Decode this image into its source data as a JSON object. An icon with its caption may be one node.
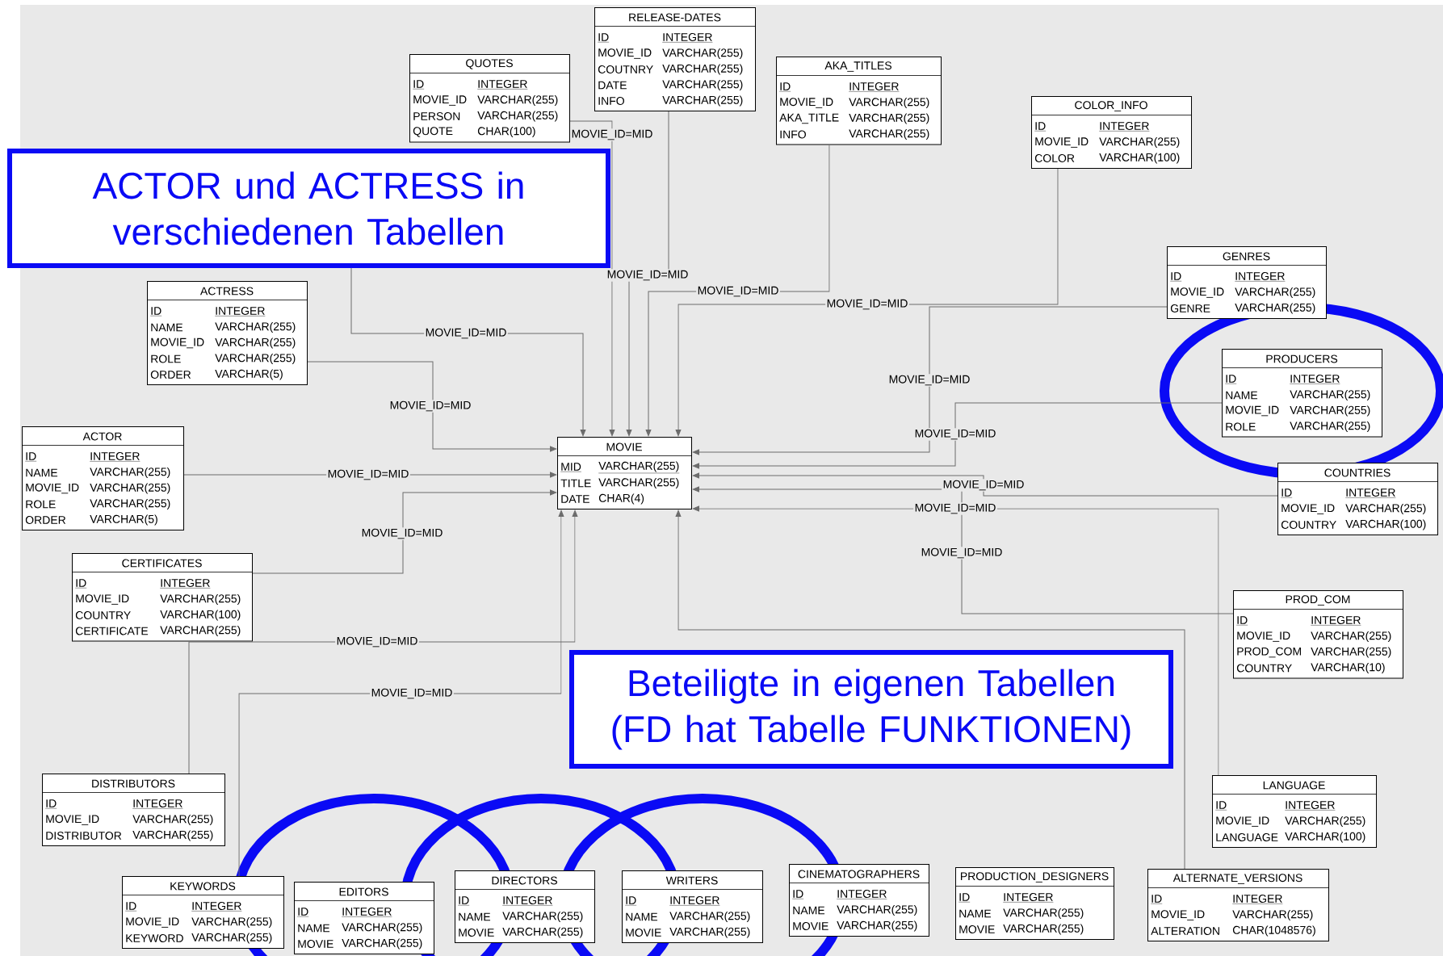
{
  "diagram": {
    "nodes": [
      {
        "text": [
          "RELEASE-DATES",
          "ID",
          "INTEGER",
          "MOVIE_ID",
          "VARCHAR(255)",
          "COUTNRY",
          "VARCHAR(255)",
          "DATE",
          "VARCHAR(255)",
          "INFO",
          "VARCHAR(255)"
        ]
      },
      {
        "text": [
          "QUOTES",
          "ID",
          "INTEGER",
          "MOVIE_ID",
          "VARCHAR(255)",
          "PERSON",
          "VARCHAR(255)",
          "QUOTE",
          "CHAR(100)"
        ]
      },
      {
        "text": [
          "AKA_TITLES",
          "ID",
          "INTEGER",
          "MOVIE_ID",
          "VARCHAR(255)",
          "AKA_TITLE",
          "VARCHAR(255)",
          "INFO",
          "VARCHAR(255)"
        ]
      },
      {
        "text": [
          "COLOR_INFO",
          "ID",
          "INTEGER",
          "MOVIE_ID",
          "VARCHAR(255)",
          "COLOR",
          "VARCHAR(100)"
        ]
      },
      {
        "text": [
          "ACTOR und ACTRESS in verschiedenen Tabellen"
        ]
      },
      {
        "text": [
          "GENRES",
          "ID",
          "INTEGER",
          "MOVIE_ID",
          "VARCHAR(255)",
          "GENRE",
          "VARCHAR(255)"
        ]
      },
      {
        "text": [
          "ACTRESS",
          "ID",
          "INTEGER",
          "NAME",
          "VARCHAR(255)",
          "MOVIE_ID",
          "VARCHAR(255)",
          "ROLE",
          "VARCHAR(255)",
          "ORDER",
          "VARCHAR(5)"
        ]
      },
      {
        "text": [
          "PRODUCERS",
          "ID",
          "INTEGER",
          "NAME",
          "VARCHAR(255)",
          "MOVIE_ID",
          "VARCHAR(255)",
          "ROLE",
          "VARCHAR(255)"
        ]
      },
      {
        "text": [
          "ACTOR",
          "ID",
          "INTEGER",
          "NAME",
          "VARCHAR(255)",
          "MOVIE_ID",
          "VARCHAR(255)",
          "ROLE",
          "VARCHAR(255)",
          "ORDER",
          "VARCHAR(5)"
        ]
      },
      {
        "text": [
          "MOVIE",
          "MID",
          "VARCHAR(255)",
          "TITLE",
          "VARCHAR(255)",
          "DATE",
          "CHAR(4)"
        ]
      },
      {
        "text": [
          "COUNTRIES",
          "ID",
          "INTEGER",
          "MOVIE_ID",
          "VARCHAR(255)",
          "COUNTRY",
          "VARCHAR(100)"
        ]
      },
      {
        "text": [
          "CERTIFICATES",
          "ID",
          "INTEGER",
          "MOVIE_ID",
          "VARCHAR(255)",
          "COUNTRY",
          "VARCHAR(100)",
          "CERTIFICATE",
          "VARCHAR(255)"
        ]
      },
      {
        "text": [
          "PROD_COM",
          "ID",
          "INTEGER",
          "MOVIE_ID",
          "VARCHAR(255)",
          "PROD_COM",
          "VARCHAR(255)",
          "COUNTRY",
          "VARCHAR(10)"
        ]
      },
      {
        "text": [
          "Beteiligte in eigenen Tabellen (FD hat Tabelle FUNKTIONEN)"
        ]
      },
      {
        "text": [
          "DISTRIBUTORS",
          "ID",
          "INTEGER",
          "MOVIE_ID",
          "VARCHAR(255)",
          "DISTRIBUTOR",
          "VARCHAR(255)"
        ]
      },
      {
        "text": [
          "LANGUAGE",
          "ID",
          "INTEGER",
          "MOVIE_ID",
          "VARCHAR(255)",
          "LANGUAGE",
          "VARCHAR(100)"
        ]
      },
      {
        "text": [
          "KEYWORDS",
          "ID",
          "INTEGER",
          "MOVIE_ID",
          "VARCHAR(255)",
          "KEYWORD",
          "VARCHAR(255)"
        ]
      },
      {
        "text": [
          "EDITORS",
          "ID",
          "INTEGER",
          "NAME",
          "VARCHAR(255)",
          "MOVIE",
          "VARCHAR(255)"
        ]
      },
      {
        "text": [
          "DIRECTORS",
          "ID",
          "INTEGER",
          "NAME",
          "VARCHAR(255)",
          "MOVIE",
          "VARCHAR(255)"
        ]
      },
      {
        "text": [
          "WRITERS",
          "ID",
          "INTEGER",
          "NAME",
          "VARCHAR(255)",
          "MOVIE",
          "VARCHAR(255)"
        ]
      },
      {
        "text": [
          "CINEMATOGRAPHERS",
          "ID",
          "INTEGER",
          "NAME",
          "VARCHAR(255)",
          "MOVIE",
          "VARCHAR(255)"
        ]
      },
      {
        "text": [
          "PRODUCTION_DESIGNERS",
          "ID",
          "INTEGER",
          "NAME",
          "VARCHAR(255)",
          "MOVIE",
          "VARCHAR(255)"
        ]
      },
      {
        "text": [
          "ALTERNATE_VERSIONS",
          "ID",
          "INTEGER",
          "MOVIE_ID",
          "VARCHAR(255)",
          "ALTERATION",
          "CHAR(1048576)"
        ]
      }
    ],
    "edges": [
      {
        "from": 8,
        "to": 9,
        "arrow": "to",
        "label": "MOVIE_ID=MID"
      },
      {
        "from": 6,
        "to": 9,
        "arrow": "to",
        "label": "MOVIE_ID=MID"
      },
      {
        "from": 11,
        "to": 9,
        "arrow": "to",
        "label": "MOVIE_ID=MID"
      },
      {
        "from": 14,
        "to": 9,
        "arrow": "to",
        "label": "MOVIE_ID=MID"
      },
      {
        "from": 16,
        "to": 9,
        "arrow": "to",
        "label": "MOVIE_ID=MID"
      },
      {
        "from": 22,
        "to": 9,
        "arrow": "to"
      },
      {
        "from": 1,
        "to": 9,
        "arrow": "to",
        "label": "MOVIE_ID=MID"
      },
      {
        "from": 4,
        "to": 9,
        "arrow": "to",
        "label": "MOVIE_ID=MID"
      },
      {
        "from": 0,
        "to": 9,
        "arrow": "to",
        "label": "MOVIE_ID=MID"
      },
      {
        "from": 2,
        "to": 9,
        "arrow": "to",
        "label": "MOVIE_ID=MID"
      },
      {
        "from": 3,
        "to": 9,
        "arrow": "to",
        "label": "MOVIE_ID=MID"
      },
      {
        "from": 5,
        "to": 9,
        "arrow": "to",
        "label": "MOVIE_ID=MID"
      },
      {
        "from": 7,
        "to": 9,
        "arrow": "to",
        "label": "MOVIE_ID=MID"
      },
      {
        "from": 10,
        "to": 9,
        "arrow": "to",
        "label": "MOVIE_ID=MID"
      },
      {
        "from": 12,
        "to": 9,
        "arrow": "to",
        "label": "MOVIE_ID=MID"
      },
      {
        "from": 15,
        "to": 9,
        "arrow": "to",
        "label": "MOVIE_ID=MID"
      }
    ]
  }
}
